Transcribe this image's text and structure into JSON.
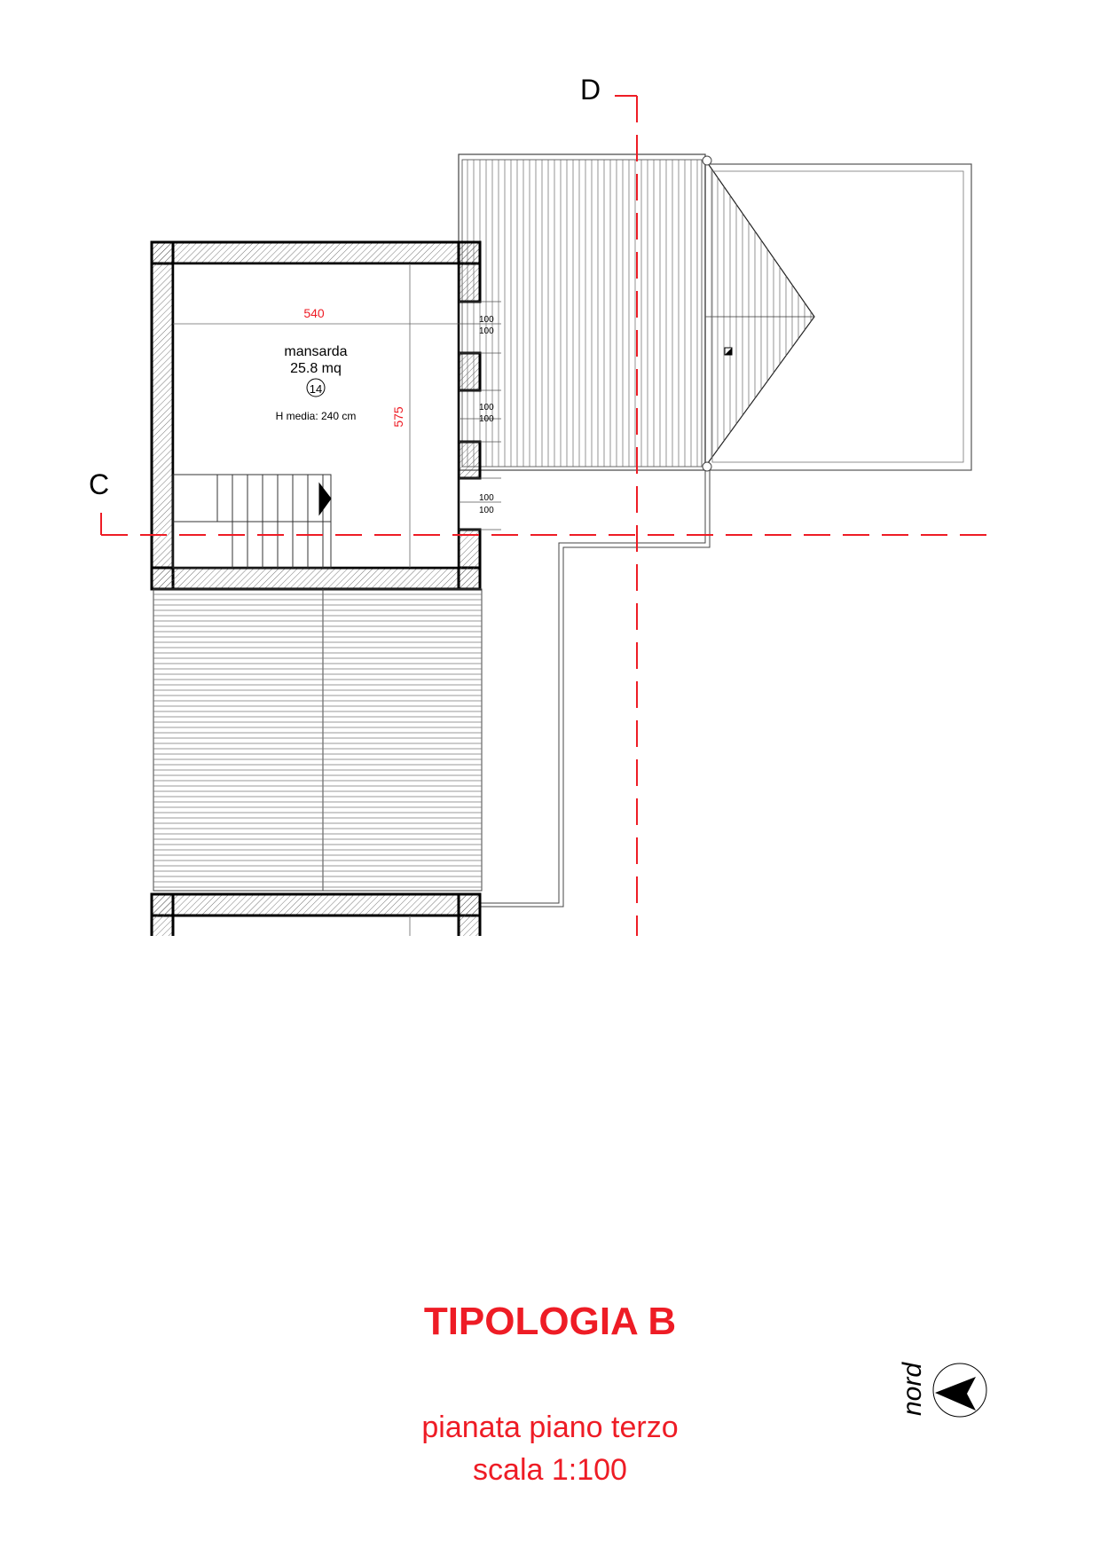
{
  "drawing": {
    "title": "TIPOLOGIA B",
    "subtitle": "pianata piano terzo",
    "scale": "scala 1:100",
    "north_label": "nord"
  },
  "sections": {
    "horizontal": "C",
    "vertical": "D"
  },
  "room": {
    "name": "mansarda",
    "area": "25.8 mq",
    "number": "14",
    "height": "H media: 240 cm"
  },
  "dimensions": {
    "width": "540",
    "depth": "575",
    "openings": [
      "100",
      "100",
      "100",
      "100",
      "100",
      "100"
    ]
  },
  "colors": {
    "accent": "#ee1c25",
    "line": "#000000",
    "thin": "#444444",
    "wall_fill": "#ffffff"
  }
}
